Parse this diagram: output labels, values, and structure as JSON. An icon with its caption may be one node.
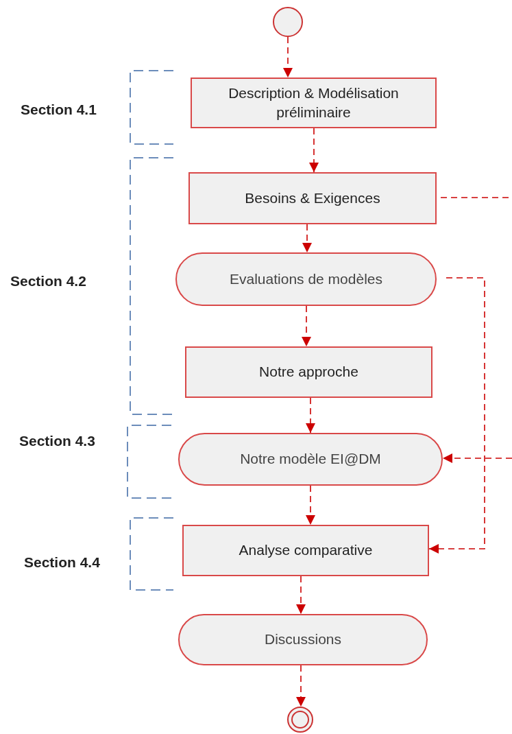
{
  "diagram": {
    "nodes": [
      {
        "text": [],
        "shape": "circle"
      },
      {
        "text": [
          "Description & Modélisation préliminaire"
        ]
      },
      {
        "text": [
          "Besoins & Exigences"
        ]
      },
      {
        "text": [
          "Evaluations de modèles"
        ]
      },
      {
        "text": [
          "Notre approche"
        ]
      },
      {
        "text": [
          "Notre modèle EI@DM"
        ]
      },
      {
        "text": [
          "Analyse comparative"
        ]
      },
      {
        "text": [
          "Discussions"
        ]
      },
      {
        "text": [],
        "shape": "circle"
      }
    ],
    "edges": [
      {
        "from": 0,
        "to": 1,
        "arrow": "to",
        "style": "dashed"
      },
      {
        "from": 1,
        "to": 2,
        "arrow": "to",
        "style": "dashed"
      },
      {
        "from": 2,
        "to": 3,
        "arrow": "to",
        "style": "dashed"
      },
      {
        "from": 3,
        "to": 4,
        "arrow": "to",
        "style": "dashed"
      },
      {
        "from": 4,
        "to": 5,
        "arrow": "to",
        "style": "dashed"
      },
      {
        "from": 5,
        "to": 6,
        "arrow": "to",
        "style": "dashed"
      },
      {
        "from": 6,
        "to": 7,
        "arrow": "to",
        "style": "dashed"
      },
      {
        "from": 7,
        "to": 8,
        "arrow": "to",
        "style": "dashed"
      },
      {
        "from": 2,
        "to": 5,
        "arrow": "to",
        "style": "dashed"
      },
      {
        "from": 3,
        "to": 6,
        "arrow": "to",
        "style": "dashed"
      }
    ],
    "labels": [
      "Section 4.1",
      "Section 4.2",
      "Section 4.3",
      "Section 4.4"
    ]
  }
}
